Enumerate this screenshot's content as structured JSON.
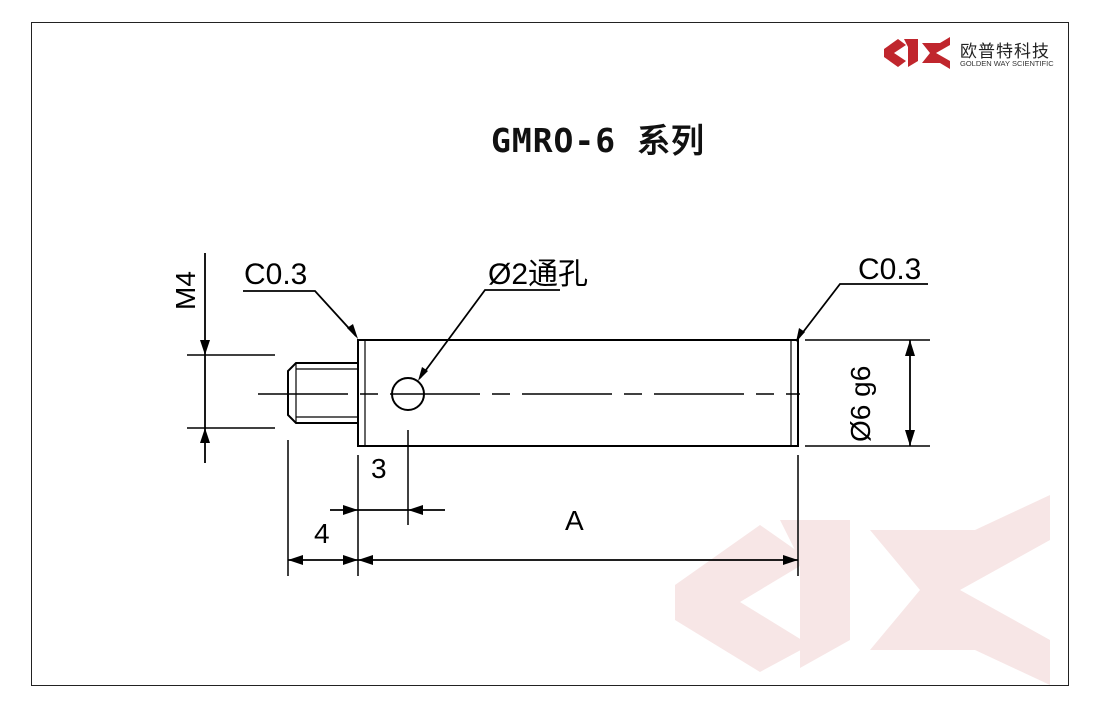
{
  "logo": {
    "name_cn": "欧普特科技",
    "name_en": "GOLDEN WAY SCIENTIFIC",
    "brand_color": "#c0262d"
  },
  "drawing": {
    "title": "GMRO-6  系列",
    "labels": {
      "chamfer_left": "C0.3",
      "chamfer_right": "C0.3",
      "hole": "Ø2通孔",
      "thread": "M4",
      "diameter": "Ø6 g6",
      "dim_hole_offset": "3",
      "dim_thread_length": "4",
      "dim_length": "A"
    }
  },
  "watermark_color": "#f6e3e3"
}
